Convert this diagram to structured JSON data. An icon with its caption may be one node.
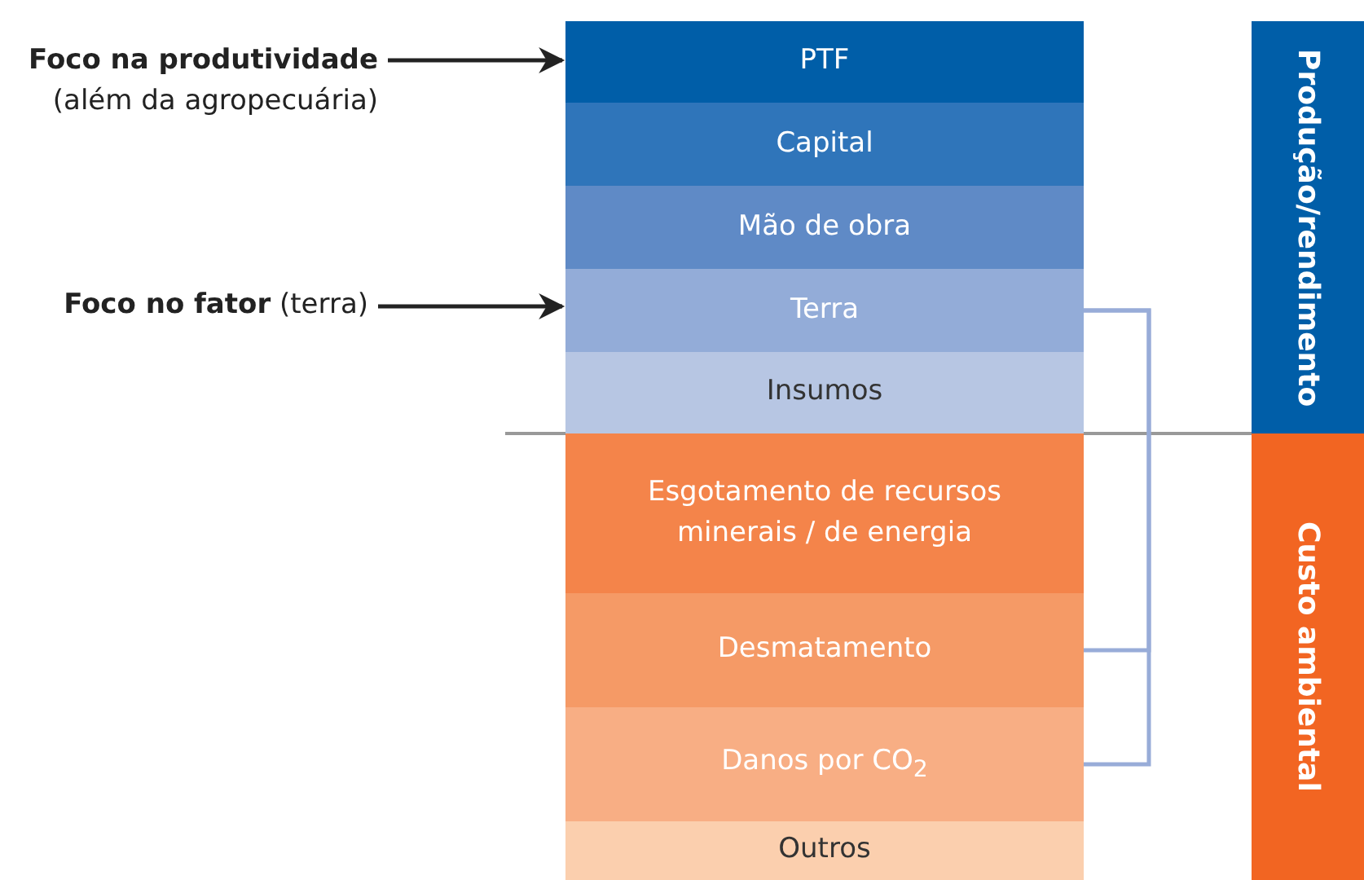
{
  "diagram": {
    "nodes": [
      {
        "text": [
          "Foco na produtividade",
          "(além da agropecuária)"
        ]
      },
      {
        "text": [
          "**Foco no fator** (terra)"
        ]
      },
      {
        "text": [
          "PTF"
        ]
      },
      {
        "text": [
          "Capital"
        ]
      },
      {
        "text": [
          "Mão de obra"
        ]
      },
      {
        "text": [
          "Terra"
        ]
      },
      {
        "text": [
          "Insumos"
        ]
      },
      {
        "text": [
          "Esgotamento de recursos minerais / de energia"
        ]
      },
      {
        "text": [
          "Desmatamento"
        ]
      },
      {
        "text": [
          "Danos por CO$_{2}$"
        ]
      },
      {
        "text": [
          "Outros"
        ]
      },
      {
        "text": [
          "Produção/rendimento"
        ]
      },
      {
        "text": [
          "Custo ambiental"
        ]
      }
    ],
    "edges": [
      {
        "from": 0,
        "to": 2,
        "arrow": "to"
      },
      {
        "from": 1,
        "to": 5,
        "arrow": "to"
      },
      {
        "from": 5,
        "to": 8,
        "arrow": "none",
        "color": "#98acd8"
      },
      {
        "from": 5,
        "to": 9,
        "arrow": "none",
        "color": "#98acd8"
      }
    ]
  }
}
